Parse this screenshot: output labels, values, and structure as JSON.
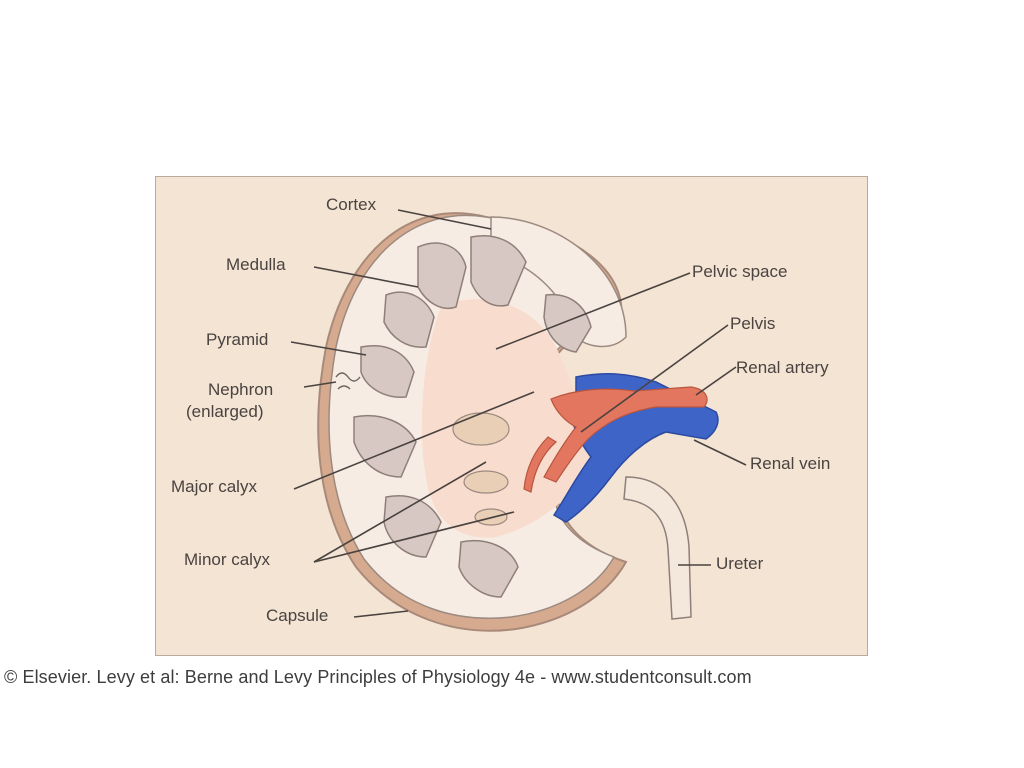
{
  "figure": {
    "labels": {
      "cortex": "Cortex",
      "medulla": "Medulla",
      "pyramid": "Pyramid",
      "nephron_line1": "Nephron",
      "nephron_line2": "(enlarged)",
      "major_calyx": "Major calyx",
      "minor_calyx": "Minor calyx",
      "capsule": "Capsule",
      "pelvic_space": "Pelvic space",
      "pelvis": "Pelvis",
      "renal_artery": "Renal artery",
      "renal_vein": "Renal vein",
      "ureter": "Ureter"
    }
  },
  "credit": "© Elsevier. Levy et al: Berne and Levy Principles of Physiology 4e - www.studentconsult.com",
  "colors": {
    "panel_background": "#f3e4d4",
    "capsule": "#c99a7e",
    "pyramid": "#d8c8c4",
    "artery": "#e2765f",
    "vein": "#3e64c8",
    "label_text": "#4a4340"
  }
}
